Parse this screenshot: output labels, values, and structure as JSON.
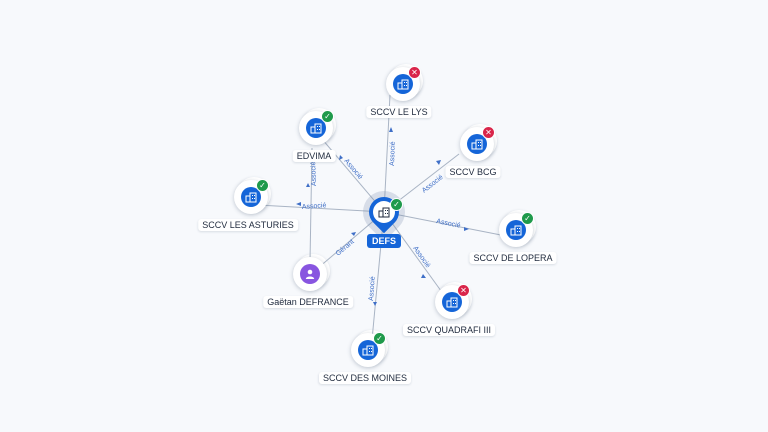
{
  "colors": {
    "company": "#1565d8",
    "person": "#8855e0",
    "active": "#1f9a4b",
    "closed": "#d9254a",
    "edge": "#a9b4c4",
    "edge_label": "#3f6fc7"
  },
  "center": {
    "name": "DEFS",
    "icon": "building-icon",
    "status": "active"
  },
  "nodes": {
    "lelys": {
      "name": "SCCV LE LYS",
      "icon": "building-icon",
      "status": "closed"
    },
    "bcg": {
      "name": "SCCV BCG",
      "icon": "building-icon",
      "status": "closed"
    },
    "edvima": {
      "name": "EDVIMA",
      "icon": "building-icon",
      "status": "active"
    },
    "asturies": {
      "name": "SCCV LES ASTURIES",
      "icon": "building-icon",
      "status": "active"
    },
    "lopera": {
      "name": "SCCV DE LOPERA",
      "icon": "building-icon",
      "status": "active"
    },
    "gaetan": {
      "name": "Gaëtan DEFRANCE",
      "icon": "person-icon",
      "status": "none"
    },
    "quadrafi": {
      "name": "SCCV QUADRAFI III",
      "icon": "building-icon",
      "status": "closed"
    },
    "moines": {
      "name": "SCCV DES MOINES",
      "icon": "building-icon",
      "status": "active"
    }
  },
  "edge_labels": {
    "lelys": "Associé",
    "bcg": "Associé",
    "edvima": "Associé",
    "asturies": "Associé",
    "lopera": "Associé",
    "gaetan": "Gérant",
    "quadrafi": "Associé",
    "moines": "Associé",
    "gaetan_edvima": "Associé"
  }
}
